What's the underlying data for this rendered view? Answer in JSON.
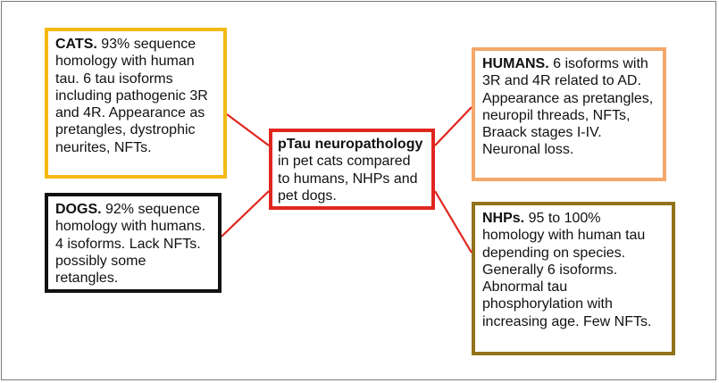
{
  "center": {
    "title": "pTau neuropathology",
    "body": "in pet cats compared to humans, NHPs and pet dogs."
  },
  "cats": {
    "title": "CATS.",
    "body": " 93% sequence homology with human tau. 6 tau isoforms including pathogenic 3R and 4R. Appearance as pretangles, dystrophic neurites, NFTs."
  },
  "dogs": {
    "title": "DOGS.",
    "body": " 92% sequence homology with humans. 4 isoforms. Lack NFTs. possibly some retangles."
  },
  "humans": {
    "title": "HUMANS.",
    "body": " 6 isoforms with 3R and 4R related to AD. Appearance as pretangles, neuropil threads, NFTs, Braack stages I-IV. Neuronal loss."
  },
  "nhps": {
    "title": "NHPs.",
    "body": " 95 to 100% homology with human tau depending on species. Generally 6 isoforms. Abnormal tau phosphorylation with increasing age. Few NFTs."
  },
  "colors": {
    "connector": "#e0261f",
    "cats_border": "#f5b914",
    "dogs_border": "#111111",
    "center_border": "#e0261f",
    "humans_border": "#f4a86a",
    "nhps_border": "#92721a"
  }
}
